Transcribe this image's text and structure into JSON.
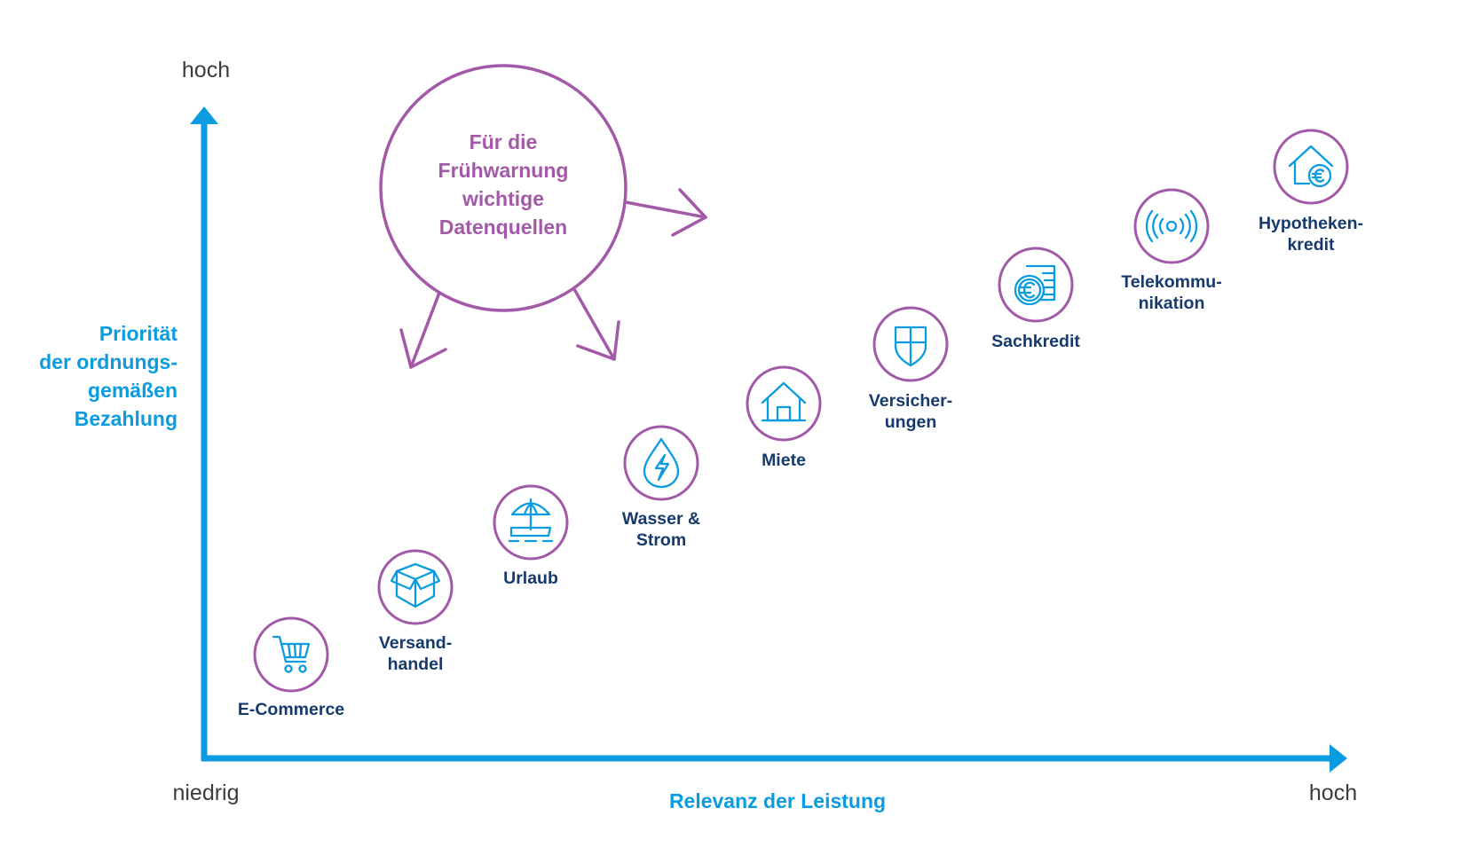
{
  "axes": {
    "y_high": "hoch",
    "y_title_lines": [
      "Priorität",
      "der ordnungs-",
      "gemäßen",
      "Bezahlung"
    ],
    "x_low": "niedrig",
    "x_high": "hoch",
    "x_title": "Relevanz der Leistung"
  },
  "callout": {
    "lines": [
      "Für die",
      "Frühwarnung",
      "wichtige",
      "Datenquellen"
    ]
  },
  "colors": {
    "axis": "#0a9be0",
    "ring": "#a25aa8",
    "label": "#163a6b",
    "callout": "#a25aa8"
  },
  "items": [
    {
      "id": "ecommerce",
      "icon": "shopping-cart-icon",
      "label_lines": [
        "E-Commerce"
      ]
    },
    {
      "id": "versandhandel",
      "icon": "package-box-icon",
      "label_lines": [
        "Versand-",
        "handel"
      ]
    },
    {
      "id": "urlaub",
      "icon": "beach-umbrella-icon",
      "label_lines": [
        "Urlaub"
      ]
    },
    {
      "id": "wasser-strom",
      "icon": "water-drop-lightning-icon",
      "label_lines": [
        "Wasser &",
        "Strom"
      ]
    },
    {
      "id": "miete",
      "icon": "house-icon",
      "label_lines": [
        "Miete"
      ]
    },
    {
      "id": "versicherungen",
      "icon": "shield-icon",
      "label_lines": [
        "Versicher-",
        "ungen"
      ]
    },
    {
      "id": "sachkredit",
      "icon": "euro-coin-document-icon",
      "label_lines": [
        "Sachkredit"
      ]
    },
    {
      "id": "telekommunikation",
      "icon": "signal-waves-icon",
      "label_lines": [
        "Telekommu-",
        "nikation"
      ]
    },
    {
      "id": "hypothekenkredit",
      "icon": "house-euro-icon",
      "label_lines": [
        "Hypotheken-",
        "kredit"
      ]
    }
  ]
}
